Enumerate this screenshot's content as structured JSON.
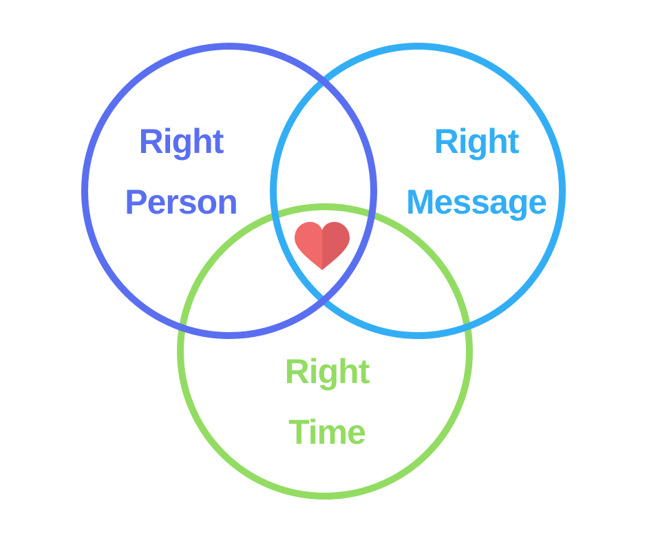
{
  "colors": {
    "person": "#5a6ff0",
    "message": "#33aef5",
    "time": "#93dc63",
    "heart": "#f06a6a",
    "heart_shade": "#dc5c5f"
  },
  "circles": [
    {
      "id": "person",
      "lines": [
        "Right",
        "Person"
      ]
    },
    {
      "id": "message",
      "lines": [
        "Right",
        "Message"
      ]
    },
    {
      "id": "time",
      "lines": [
        "Right",
        "Time"
      ]
    }
  ],
  "center_icon": "heart-icon"
}
